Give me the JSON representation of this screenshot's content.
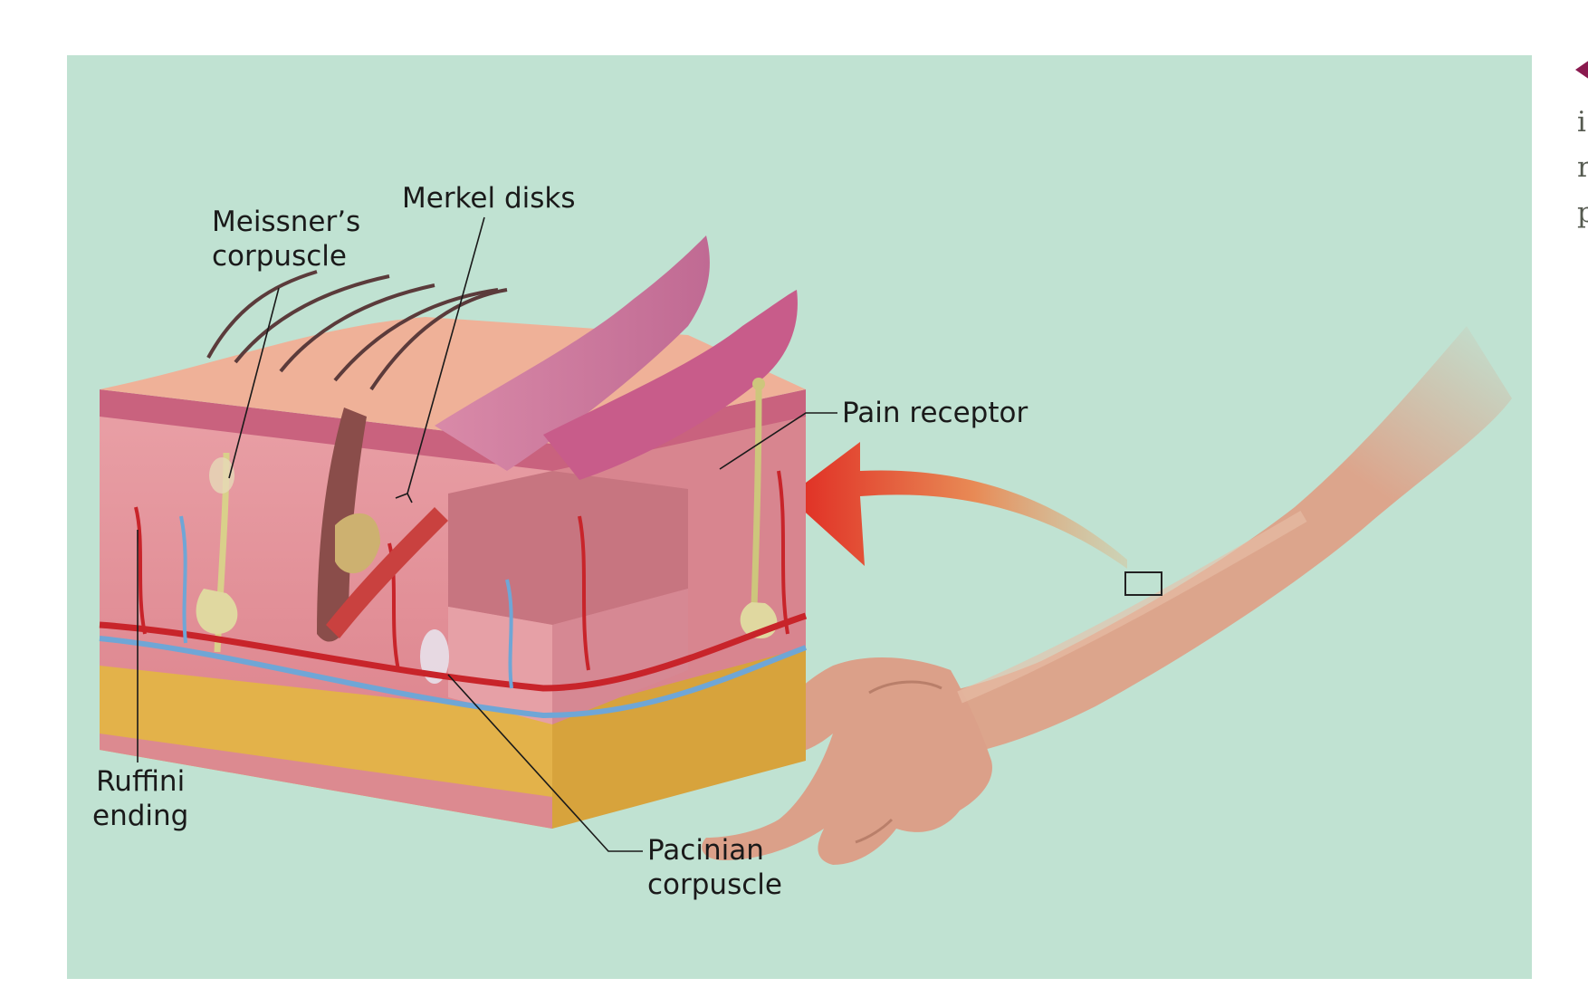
{
  "figure": {
    "labels": {
      "meissner": "Meissner’s\ncorpuscle",
      "merkel": "Merkel disks",
      "pain": "Pain receptor",
      "ruffini": "Ruffini\nending",
      "pacinian": "Pacinian\ncorpuscle"
    },
    "colors": {
      "background": "#c0e2d2",
      "arrow": "#e23a2a",
      "marker": "#8a1a4f"
    }
  },
  "caption_fragment": {
    "lines": [
      "i",
      "r",
      "p"
    ]
  }
}
